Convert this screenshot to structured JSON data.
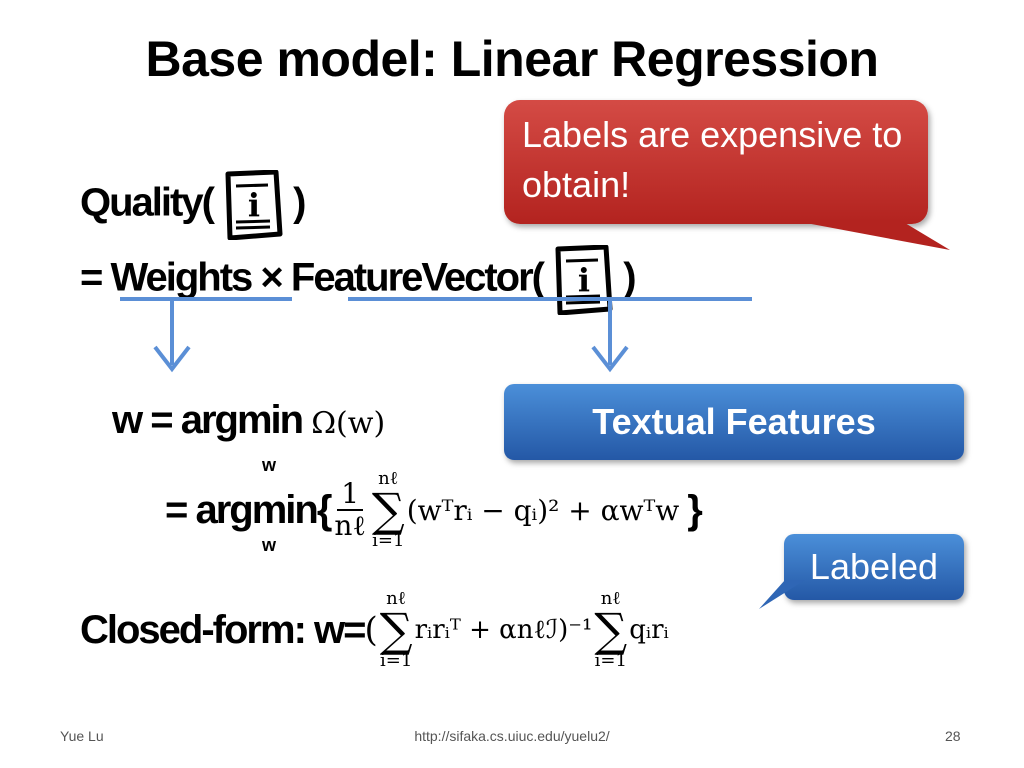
{
  "slide": {
    "title": "Base model: Linear Regression",
    "line1_prefix": "Quality(",
    "line1_suffix": ")",
    "line2_prefix": "= Weights × FeatureVector(",
    "line2_suffix": ")",
    "line3_prefix": "w = argmin",
    "line3_math": "Ω(w)",
    "line3_sub": "w",
    "line4_prefix": "= argmin{",
    "line4_suffix": "}",
    "line4_sub": "w",
    "line4_frac_num": "1",
    "line4_frac_den": "nℓ",
    "line4_sum_top": "nℓ",
    "line4_sum_bottom": "i=1",
    "line4_expr": "(wᵀrᵢ − qᵢ)² + αwᵀw",
    "line5_prefix": "Closed-form: w=",
    "line5_open": "(",
    "line5_sum1_top": "nℓ",
    "line5_sum1_bottom": "i=1",
    "line5_expr1": "rᵢrᵢᵀ + αnℓℐ)⁻¹",
    "line5_sum2_top": "nℓ",
    "line5_sum2_bottom": "i=1",
    "line5_expr2": "qᵢrᵢ",
    "icon_letter": "i"
  },
  "callouts": {
    "red": "Labels are expensive to obtain!",
    "textual_features": "Textual Features",
    "labeled": "Labeled"
  },
  "footer": {
    "author": "Yue Lu",
    "url": "http://sifaka.cs.uiuc.edu/yuelu2/",
    "page": "28"
  },
  "colors": {
    "red_callout": "#c0302b",
    "blue_box": "#3a76c4",
    "arrow": "#5b8fd6"
  },
  "icons": [
    "document-icon",
    "down-arrow-icon"
  ]
}
